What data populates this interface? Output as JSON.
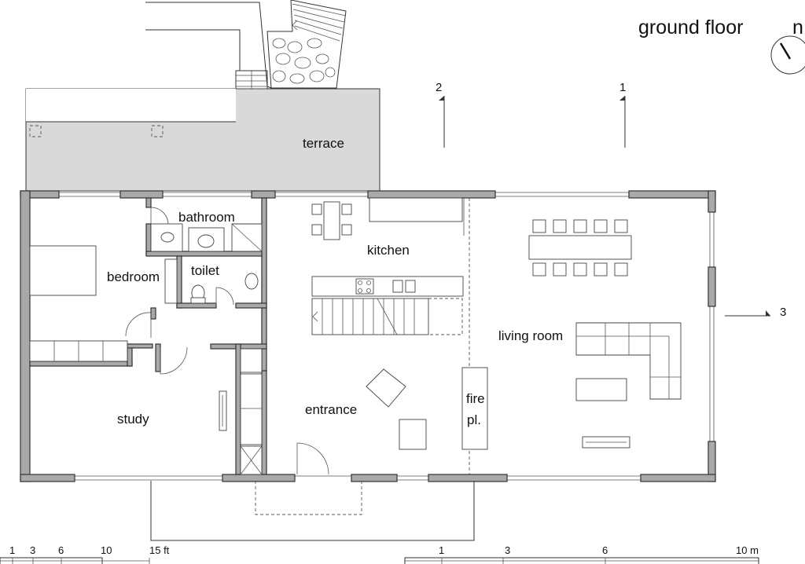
{
  "title": "ground floor",
  "compass": {
    "label": "n"
  },
  "rooms": {
    "terrace": "terrace",
    "bathroom": "bathroom",
    "kitchen": "kitchen",
    "bedroom": "bedroom",
    "toilet": "toilet",
    "living_room": "living room",
    "study": "study",
    "entrance": "entrance",
    "fireplace_line1": "fire",
    "fireplace_line2": "pl."
  },
  "section_markers": [
    "2",
    "1",
    "3"
  ],
  "scale_ft": {
    "ticks": [
      "1",
      "3",
      "6",
      "10",
      "15 ft"
    ]
  },
  "scale_m": {
    "ticks": [
      "1",
      "3",
      "6",
      "10 m"
    ]
  }
}
